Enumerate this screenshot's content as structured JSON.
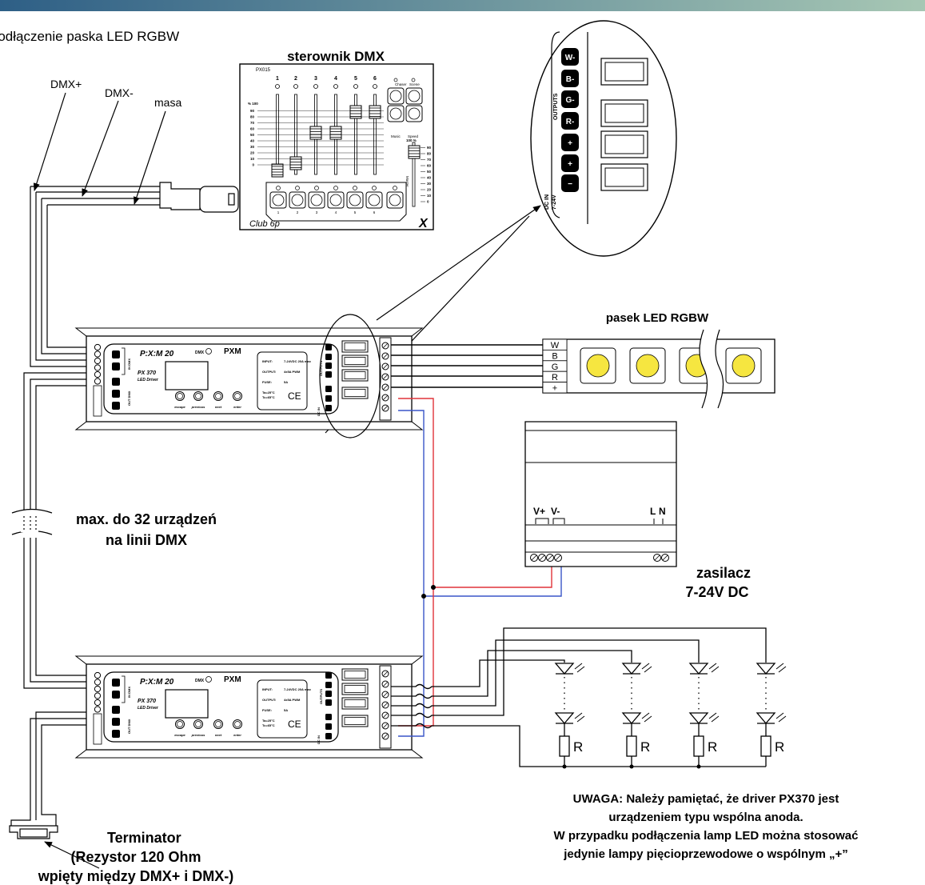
{
  "title": "Podłączenie paska LED RGBW",
  "wires": {
    "dmx_plus": "DMX+",
    "dmx_minus": "DMX-",
    "ground": "masa"
  },
  "controller": {
    "heading": "sterownik DMX",
    "model": "PX015",
    "channels": [
      "1",
      "2",
      "3",
      "4",
      "5",
      "6"
    ],
    "scale_top": "% 100",
    "scale": [
      "90",
      "80",
      "70",
      "60",
      "50",
      "40",
      "30",
      "20",
      "10",
      "0"
    ],
    "master_top": "100 %",
    "master_label": "Master",
    "chaser": "Chaser",
    "scene": "Scene",
    "music": "Music",
    "speed": "Speed",
    "bottom_numbers": [
      "1",
      "2",
      "3",
      "4",
      "5",
      "6"
    ],
    "name": "Club 6p",
    "logo": "X"
  },
  "zoom": {
    "terminals": [
      "W-",
      "B-",
      "G-",
      "R-",
      "+",
      "+",
      "−"
    ],
    "outputs_label": "OUTPUTS",
    "dc_in_label": "DC IN",
    "voltage": "7-24V"
  },
  "driver": {
    "logo_text": "P:X:M  20",
    "brand": "PXM",
    "dmx_led": "DMX",
    "model": "PX 370",
    "subtitle": "LED Driver",
    "spec_labels": [
      "INPUT:",
      "OUTPUT:",
      "FUSE:"
    ],
    "spec_values": [
      "7-24VDC 20A max",
      "4x5A PWM",
      "5A"
    ],
    "temps": [
      "Ta=25°C",
      "Tc=65°C"
    ],
    "ce": "CE",
    "buttons": [
      "escape",
      "previous",
      "next",
      "enter"
    ],
    "left_labels": [
      "IN DMX",
      "OUT DMX"
    ],
    "outputs_label": "OUTPUTS",
    "dc_in_label": "DC IN"
  },
  "strip": {
    "heading": "pasek LED RGBW",
    "channels": [
      "W",
      "B",
      "G",
      "R",
      "+"
    ]
  },
  "limit_note": [
    "max. do 32 urządzeń",
    "na linii DMX"
  ],
  "psu": {
    "labels": [
      "V+",
      "V-",
      "L",
      "N"
    ],
    "heading": [
      "zasilacz",
      "7-24V DC"
    ]
  },
  "lamps": {
    "resistor_label": "R"
  },
  "terminator": [
    "Terminator",
    "(Rezystor 120 Ohm",
    "wpięty między DMX+ i DMX-)"
  ],
  "note": [
    "UWAGA: Należy pamiętać, że driver PX370 jest",
    "urządzeniem typu wspólna anoda.",
    "W przypadku podłączenia lamp LED można stosować",
    "jedynie lampy pięcioprzewodowe o wspólnym „+”"
  ],
  "colors": {
    "positive_wire": "#e0343a",
    "negative_wire": "#3a55c8",
    "led": "#f6e640",
    "topbar_start": "#2e5f86",
    "topbar_end": "#a7c7b4"
  }
}
